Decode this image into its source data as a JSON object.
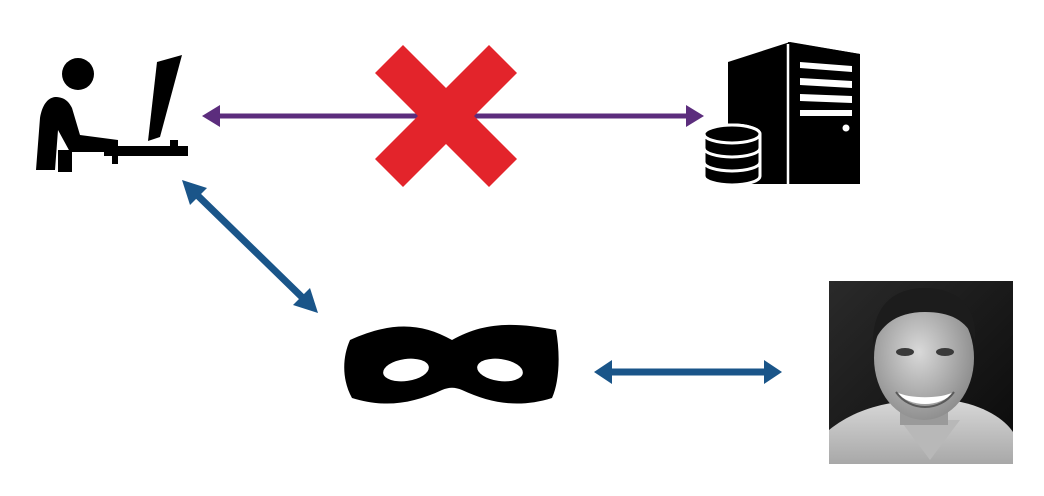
{
  "diagram": {
    "nodes": [
      {
        "id": "user",
        "icon": "user-at-computer-icon"
      },
      {
        "id": "server",
        "icon": "server-database-icon"
      },
      {
        "id": "attacker",
        "icon": "bandit-mask-icon"
      },
      {
        "id": "person",
        "icon": "person-photo"
      }
    ],
    "edges": [
      {
        "from": "user",
        "to": "server",
        "style": "bidirectional",
        "color": "#5c2d7d",
        "blocked": true
      },
      {
        "from": "user",
        "to": "attacker",
        "style": "bidirectional",
        "color": "#1a5589",
        "blocked": false
      },
      {
        "from": "attacker",
        "to": "person",
        "style": "bidirectional",
        "color": "#1a5589",
        "blocked": false
      }
    ],
    "blocked_marker": {
      "icon": "red-x-icon",
      "color": "#e3242b"
    }
  }
}
